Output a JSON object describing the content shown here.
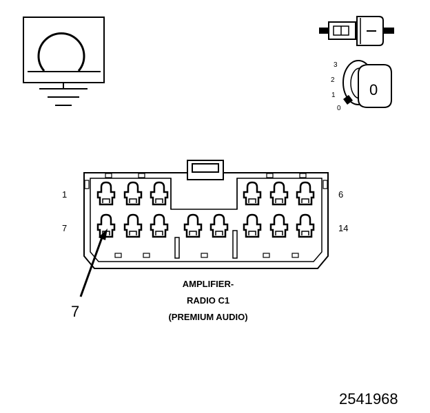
{
  "symbols": {
    "ohmmeter_icon": "ohmmeter-with-ground-symbol",
    "connector_tester_icon": "connector-pin-tester",
    "ignition_key_icon": "ignition-switch-key",
    "ignition_positions": [
      "0",
      "1",
      "2",
      "3"
    ],
    "ignition_key_face": "0"
  },
  "connector": {
    "pin_labels": {
      "top_left": "1",
      "top_right": "6",
      "bottom_left": "7",
      "bottom_right": "14"
    },
    "callout_pin": "7",
    "title_lines": [
      "AMPLIFIER-",
      "RADIO C1",
      "(PREMIUM AUDIO)"
    ]
  },
  "figure_id": "2541968"
}
